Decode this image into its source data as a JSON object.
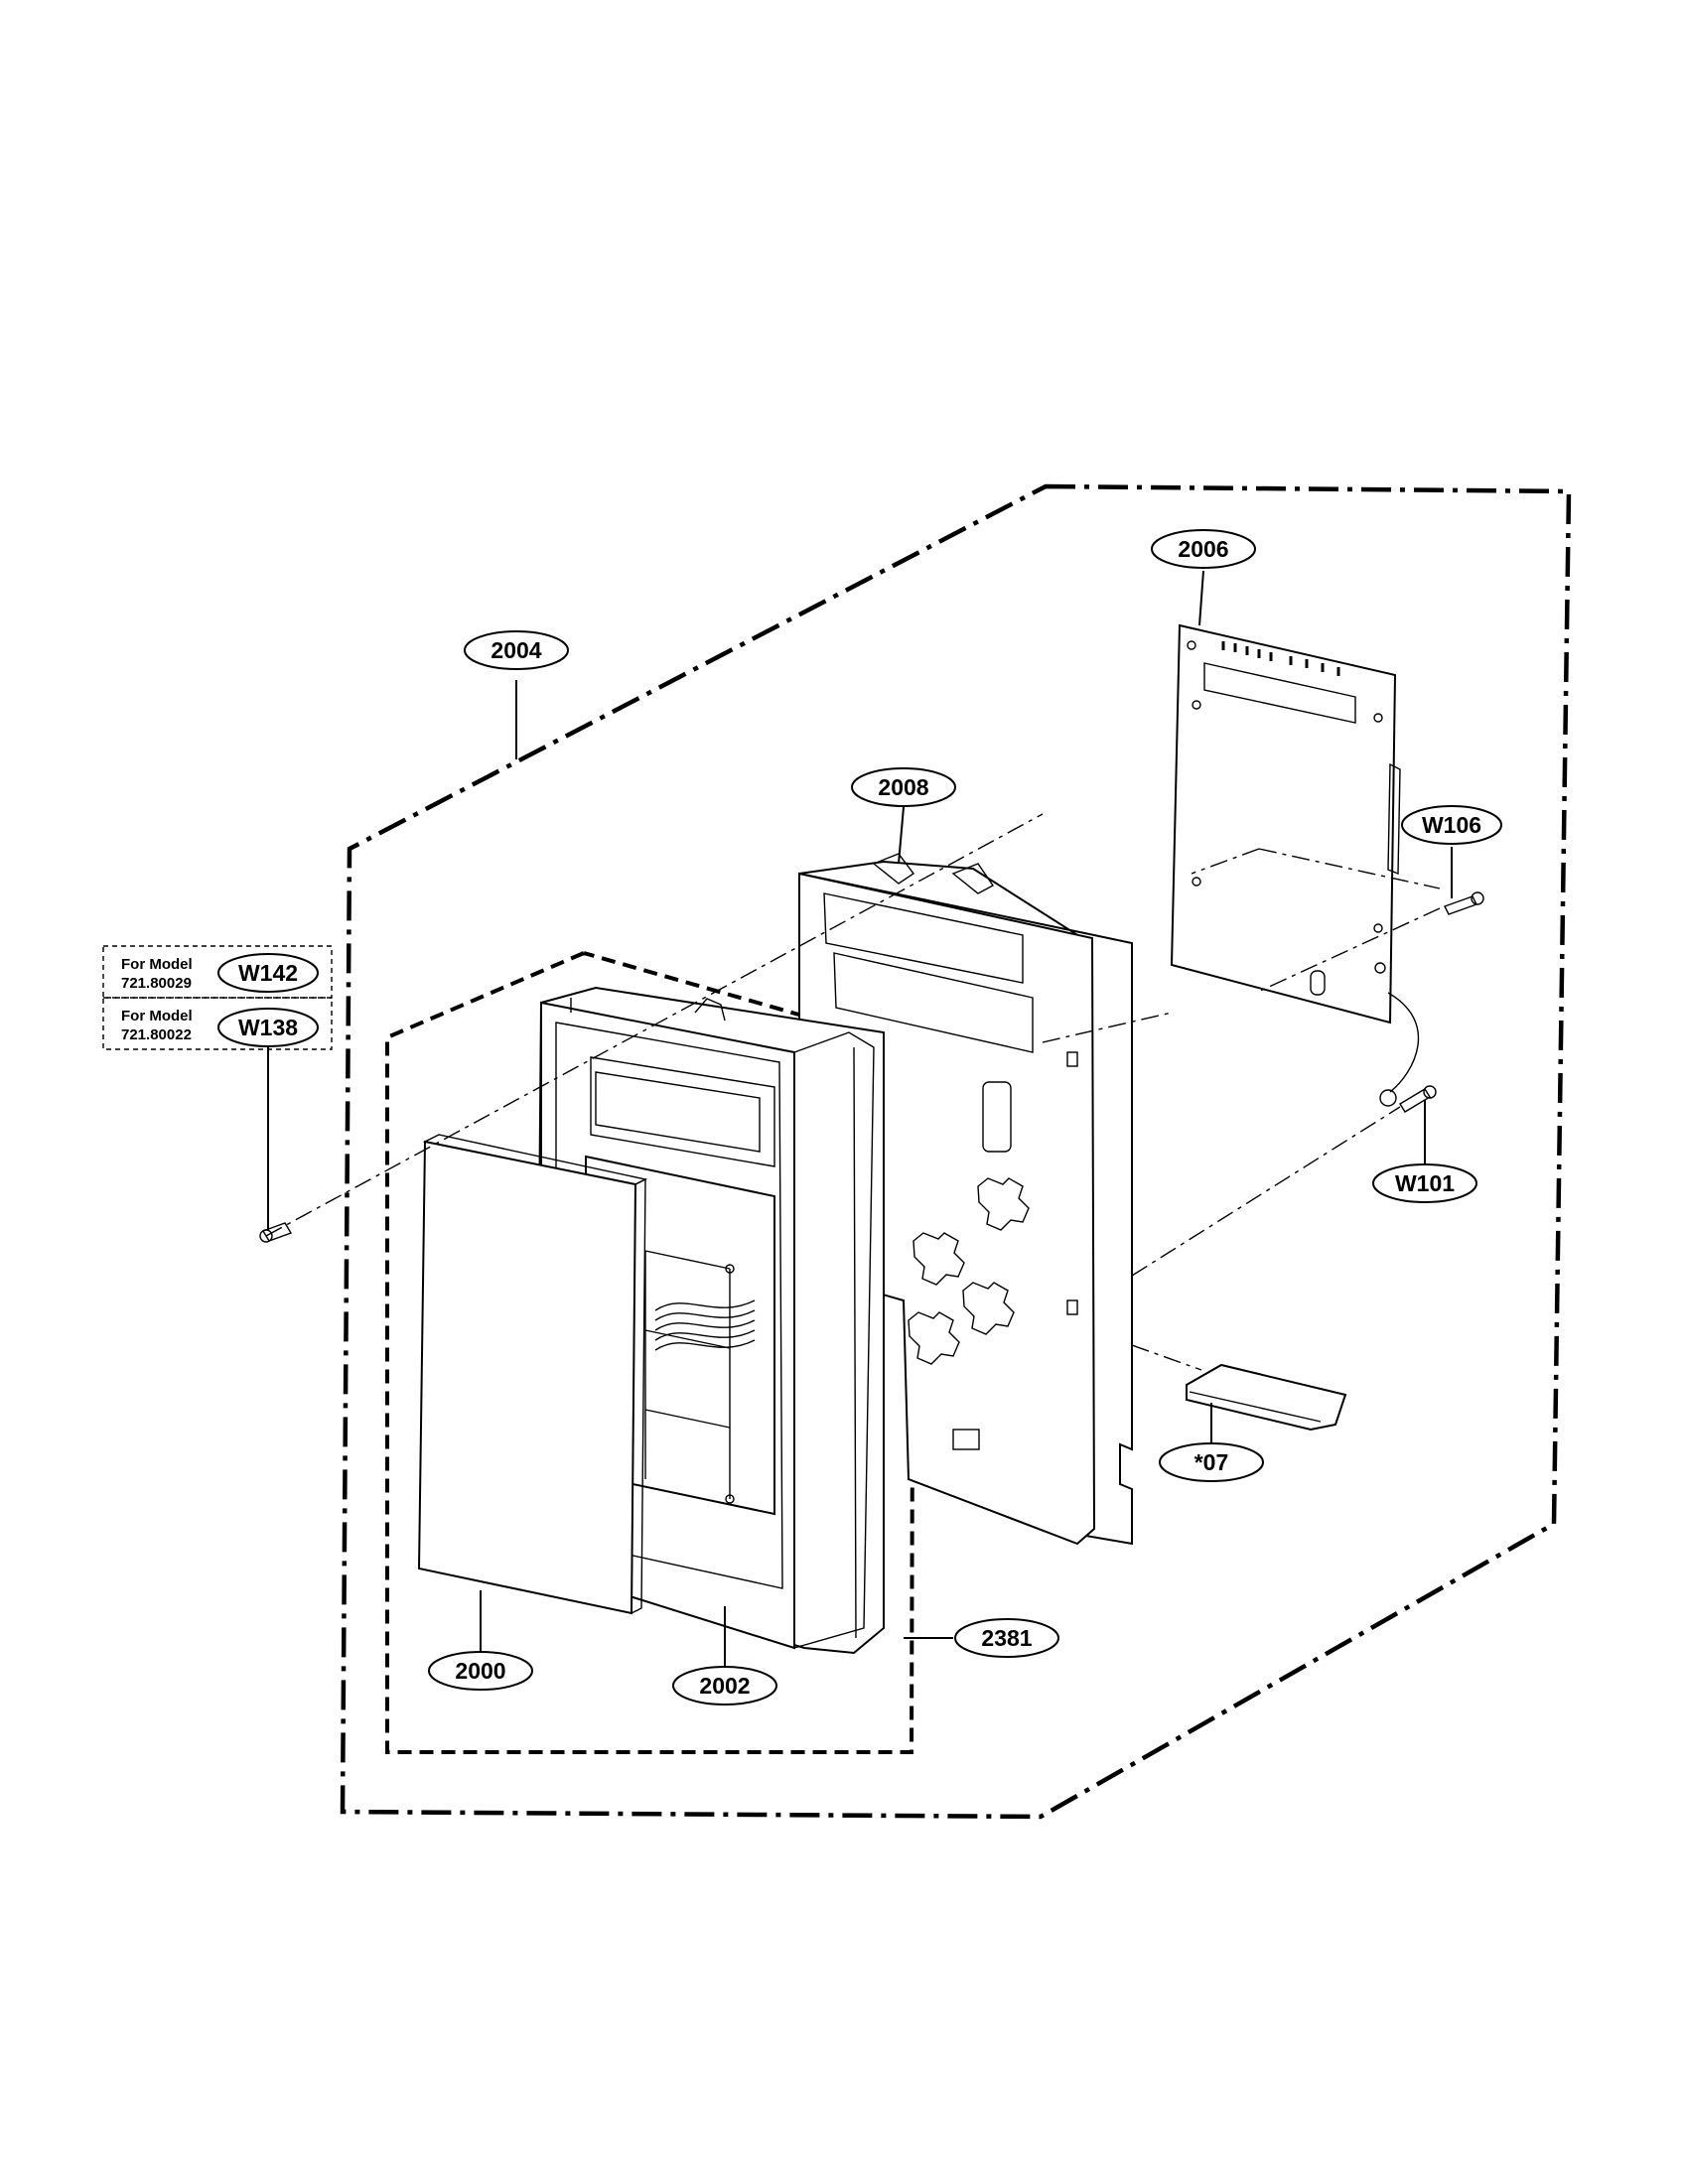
{
  "callouts": {
    "c2004": "2004",
    "c2006": "2006",
    "c2008": "2008",
    "cW106": "W106",
    "cW142": "W142",
    "cW138": "W138",
    "cW101": "W101",
    "c07": "*07",
    "c2000": "2000",
    "c2002": "2002",
    "c2381": "2381"
  },
  "model_notes": [
    {
      "line1": "For Model",
      "line2": "721.80029"
    },
    {
      "line1": "For Model",
      "line2": "721.80022"
    }
  ]
}
